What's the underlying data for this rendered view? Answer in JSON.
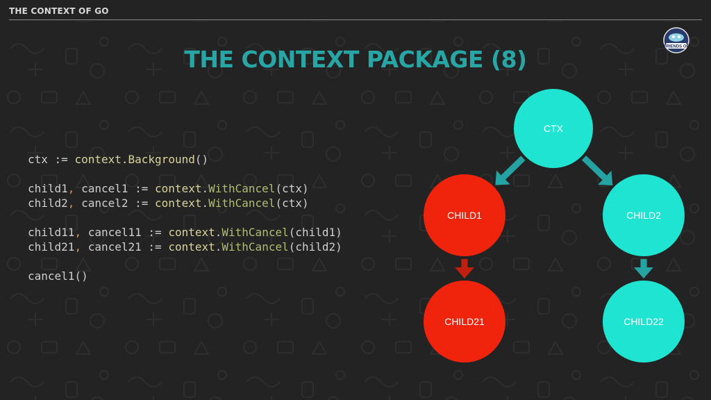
{
  "header": {
    "label": "THE CONTEXT OF GO"
  },
  "slide": {
    "title": "THE CONTEXT PACKAGE (8)"
  },
  "logo": {
    "text": "FRIENDS OF"
  },
  "code": {
    "lines": [
      [
        {
          "t": "ctx := ",
          "c": "plain"
        },
        {
          "t": "context",
          "c": "pkg"
        },
        {
          "t": ".",
          "c": "plain"
        },
        {
          "t": "Background",
          "c": "pkg"
        },
        {
          "t": "()",
          "c": "plain"
        }
      ],
      [],
      [
        {
          "t": "child1",
          "c": "plain"
        },
        {
          "t": ",",
          "c": "punct"
        },
        {
          "t": " cancel1 := ",
          "c": "plain"
        },
        {
          "t": "context",
          "c": "pkg"
        },
        {
          "t": ".",
          "c": "plain"
        },
        {
          "t": "WithCancel",
          "c": "fn"
        },
        {
          "t": "(ctx)",
          "c": "plain"
        }
      ],
      [
        {
          "t": "child2",
          "c": "plain"
        },
        {
          "t": ",",
          "c": "punct"
        },
        {
          "t": " cancel2 := ",
          "c": "plain"
        },
        {
          "t": "context",
          "c": "pkg"
        },
        {
          "t": ".",
          "c": "plain"
        },
        {
          "t": "WithCancel",
          "c": "fn"
        },
        {
          "t": "(ctx)",
          "c": "plain"
        }
      ],
      [],
      [
        {
          "t": "child11",
          "c": "plain"
        },
        {
          "t": ",",
          "c": "punct"
        },
        {
          "t": " cancel11 := ",
          "c": "plain"
        },
        {
          "t": "context",
          "c": "pkg"
        },
        {
          "t": ".",
          "c": "plain"
        },
        {
          "t": "WithCancel",
          "c": "fn"
        },
        {
          "t": "(child1)",
          "c": "plain"
        }
      ],
      [
        {
          "t": "child21",
          "c": "plain"
        },
        {
          "t": ",",
          "c": "punct"
        },
        {
          "t": " cancel21 := ",
          "c": "plain"
        },
        {
          "t": "context",
          "c": "pkg"
        },
        {
          "t": ".",
          "c": "plain"
        },
        {
          "t": "WithCancel",
          "c": "fn"
        },
        {
          "t": "(child2)",
          "c": "plain"
        }
      ],
      [],
      [
        {
          "t": "cancel1()",
          "c": "plain"
        }
      ]
    ]
  },
  "diagram": {
    "colors": {
      "active": "#20e4d2",
      "cancelled": "#f0240c",
      "edge_active": "#25a3a3",
      "edge_cancelled": "#c0200d"
    },
    "nodes": [
      {
        "id": "ctx",
        "label": "CTX",
        "state": "active"
      },
      {
        "id": "child1",
        "label": "CHILD1",
        "state": "cancelled"
      },
      {
        "id": "child2",
        "label": "CHILD2",
        "state": "active"
      },
      {
        "id": "child21",
        "label": "CHILD21",
        "state": "cancelled"
      },
      {
        "id": "child22",
        "label": "CHILD22",
        "state": "active"
      }
    ],
    "edges": [
      {
        "from": "ctx",
        "to": "child1",
        "state": "active"
      },
      {
        "from": "ctx",
        "to": "child2",
        "state": "active"
      },
      {
        "from": "child1",
        "to": "child21",
        "state": "cancelled"
      },
      {
        "from": "child2",
        "to": "child22",
        "state": "active"
      }
    ]
  }
}
